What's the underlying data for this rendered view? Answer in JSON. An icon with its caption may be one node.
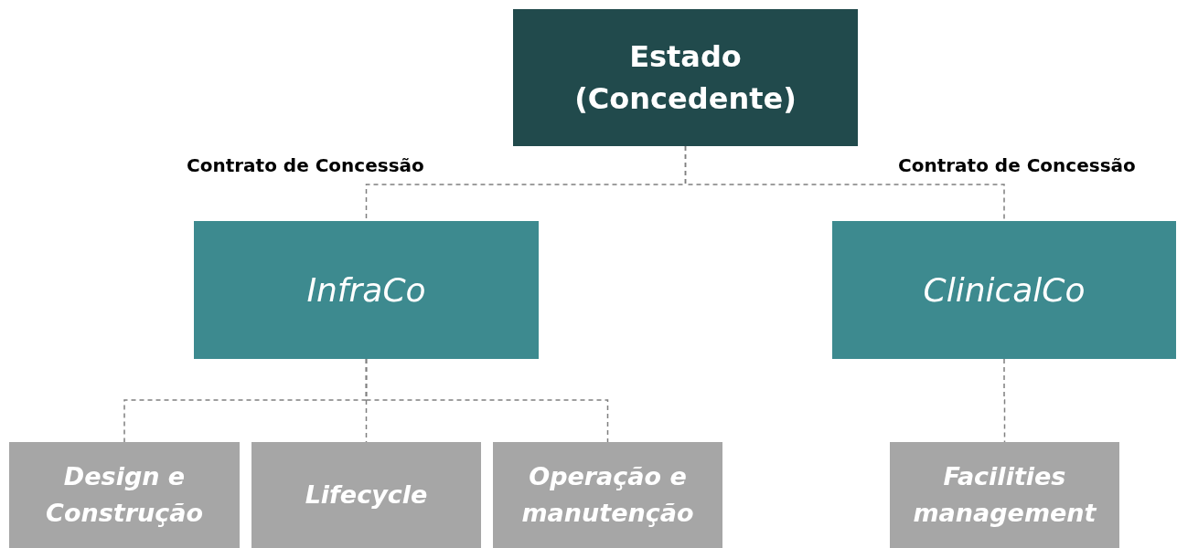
{
  "diagram": {
    "nodes": [
      {
        "text": [
          "Estado (Concedente)"
        ]
      },
      {
        "text": [
          "InfraCo"
        ]
      },
      {
        "text": [
          "ClinicalCo"
        ]
      },
      {
        "text": [
          "Design e Construção"
        ]
      },
      {
        "text": [
          "Lifecycle"
        ]
      },
      {
        "text": [
          "Operação e manutenção"
        ]
      },
      {
        "text": [
          "Facilities management"
        ]
      }
    ],
    "edges": [
      {
        "from": 0,
        "to": 1,
        "arrow": "none",
        "style": "dashed",
        "label": "Contrato de Concessão"
      },
      {
        "from": 0,
        "to": 2,
        "arrow": "none",
        "style": "dashed",
        "label": "Contrato de Concessão"
      },
      {
        "from": 1,
        "to": 3,
        "arrow": "none",
        "style": "dashed"
      },
      {
        "from": 1,
        "to": 4,
        "arrow": "none",
        "style": "dashed"
      },
      {
        "from": 1,
        "to": 5,
        "arrow": "none",
        "style": "dashed"
      },
      {
        "from": 2,
        "to": 6,
        "arrow": "none",
        "style": "dashed"
      }
    ]
  }
}
